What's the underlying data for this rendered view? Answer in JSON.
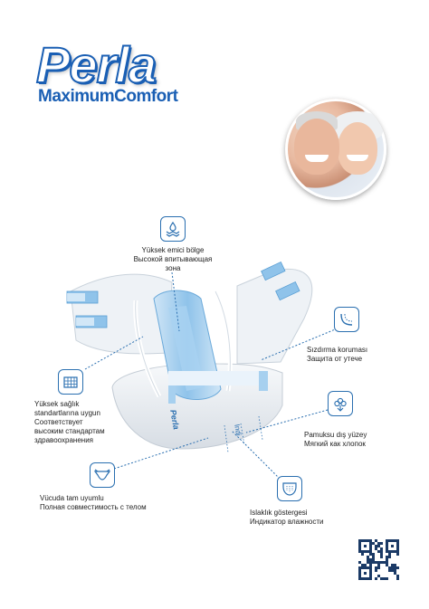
{
  "brand": {
    "name": "Perla",
    "tagline": "MaximumComfort",
    "primary_color": "#1a5fb4",
    "accent_color": "#8fc3ea"
  },
  "product": {
    "print_brand": "Perla",
    "print_indicator": "Indi"
  },
  "features": {
    "absorbent_zone": {
      "icon": "droplets-layers-icon",
      "tr": "Yüksek emici bölge",
      "ru_1": "Высокой впитывающая",
      "ru_2": "зона"
    },
    "leak_protection": {
      "icon": "barrier-curve-icon",
      "tr": "Sızdırma koruması",
      "ru": "Защита от утече"
    },
    "health_standards": {
      "icon": "grid-tray-icon",
      "tr_1": "Yüksek sağlık",
      "tr_2": "standartlarına uygun",
      "ru_1": "Соответствует",
      "ru_2": "высоким стандартам",
      "ru_3": "здравоохранения"
    },
    "cotton_surface": {
      "icon": "cotton-flower-icon",
      "tr": "Pamuksu dış yüzey",
      "ru": "Мягкий как хлопок"
    },
    "body_fit": {
      "icon": "diaper-fit-icon",
      "tr": "Vücuda tam uyumlu",
      "ru": "Полная совместимость с телом"
    },
    "wetness_indicator": {
      "icon": "wetness-indicator-icon",
      "tr": "Islaklık göstergesi",
      "ru": "Индикатор влажности"
    }
  },
  "qr_code": {
    "icon": "qr-code-icon"
  }
}
